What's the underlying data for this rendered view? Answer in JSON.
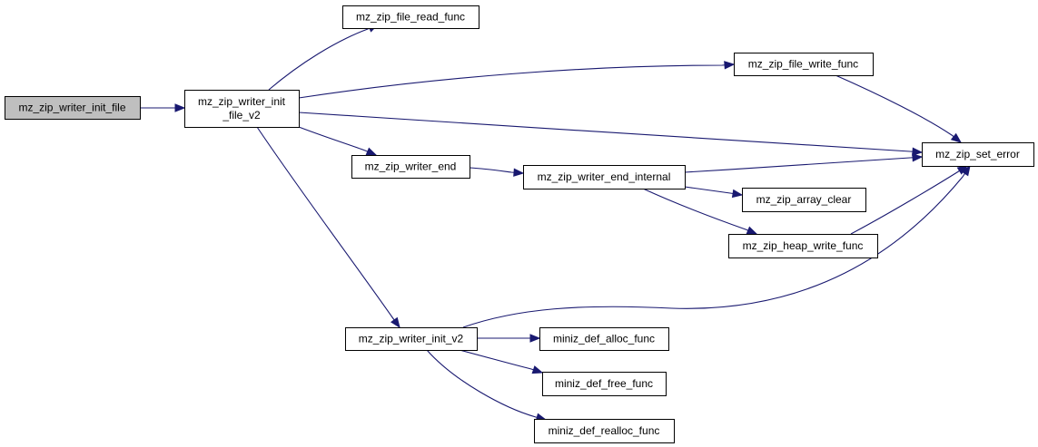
{
  "graph": {
    "nodes": [
      {
        "id": "init_file",
        "lines": [
          "mz_zip_writer_init_file"
        ],
        "highlighted": true
      },
      {
        "id": "init_file_v2",
        "lines": [
          "mz_zip_writer_init",
          "_file_v2"
        ]
      },
      {
        "id": "file_read",
        "lines": [
          "mz_zip_file_read_func"
        ]
      },
      {
        "id": "file_write",
        "lines": [
          "mz_zip_file_write_func"
        ]
      },
      {
        "id": "set_error",
        "lines": [
          "mz_zip_set_error"
        ]
      },
      {
        "id": "writer_end",
        "lines": [
          "mz_zip_writer_end"
        ]
      },
      {
        "id": "end_internal",
        "lines": [
          "mz_zip_writer_end_internal"
        ]
      },
      {
        "id": "array_clear",
        "lines": [
          "mz_zip_array_clear"
        ]
      },
      {
        "id": "heap_write",
        "lines": [
          "mz_zip_heap_write_func"
        ]
      },
      {
        "id": "init_v2",
        "lines": [
          "mz_zip_writer_init_v2"
        ]
      },
      {
        "id": "def_alloc",
        "lines": [
          "miniz_def_alloc_func"
        ]
      },
      {
        "id": "def_free",
        "lines": [
          "miniz_def_free_func"
        ]
      },
      {
        "id": "def_realloc",
        "lines": [
          "miniz_def_realloc_func"
        ]
      }
    ],
    "edges": [
      {
        "from": "init_file",
        "to": "init_file_v2"
      },
      {
        "from": "init_file_v2",
        "to": "file_read"
      },
      {
        "from": "init_file_v2",
        "to": "file_write"
      },
      {
        "from": "init_file_v2",
        "to": "set_error"
      },
      {
        "from": "init_file_v2",
        "to": "writer_end"
      },
      {
        "from": "init_file_v2",
        "to": "init_v2"
      },
      {
        "from": "file_write",
        "to": "set_error"
      },
      {
        "from": "writer_end",
        "to": "end_internal"
      },
      {
        "from": "end_internal",
        "to": "set_error"
      },
      {
        "from": "end_internal",
        "to": "array_clear"
      },
      {
        "from": "end_internal",
        "to": "heap_write"
      },
      {
        "from": "heap_write",
        "to": "set_error"
      },
      {
        "from": "init_v2",
        "to": "set_error"
      },
      {
        "from": "init_v2",
        "to": "def_alloc"
      },
      {
        "from": "init_v2",
        "to": "def_free"
      },
      {
        "from": "init_v2",
        "to": "def_realloc"
      }
    ],
    "colors": {
      "edge": "#191970",
      "highlighted_fill": "#bfbfbf",
      "node_fill": "#ffffff",
      "node_border": "#000000"
    }
  }
}
